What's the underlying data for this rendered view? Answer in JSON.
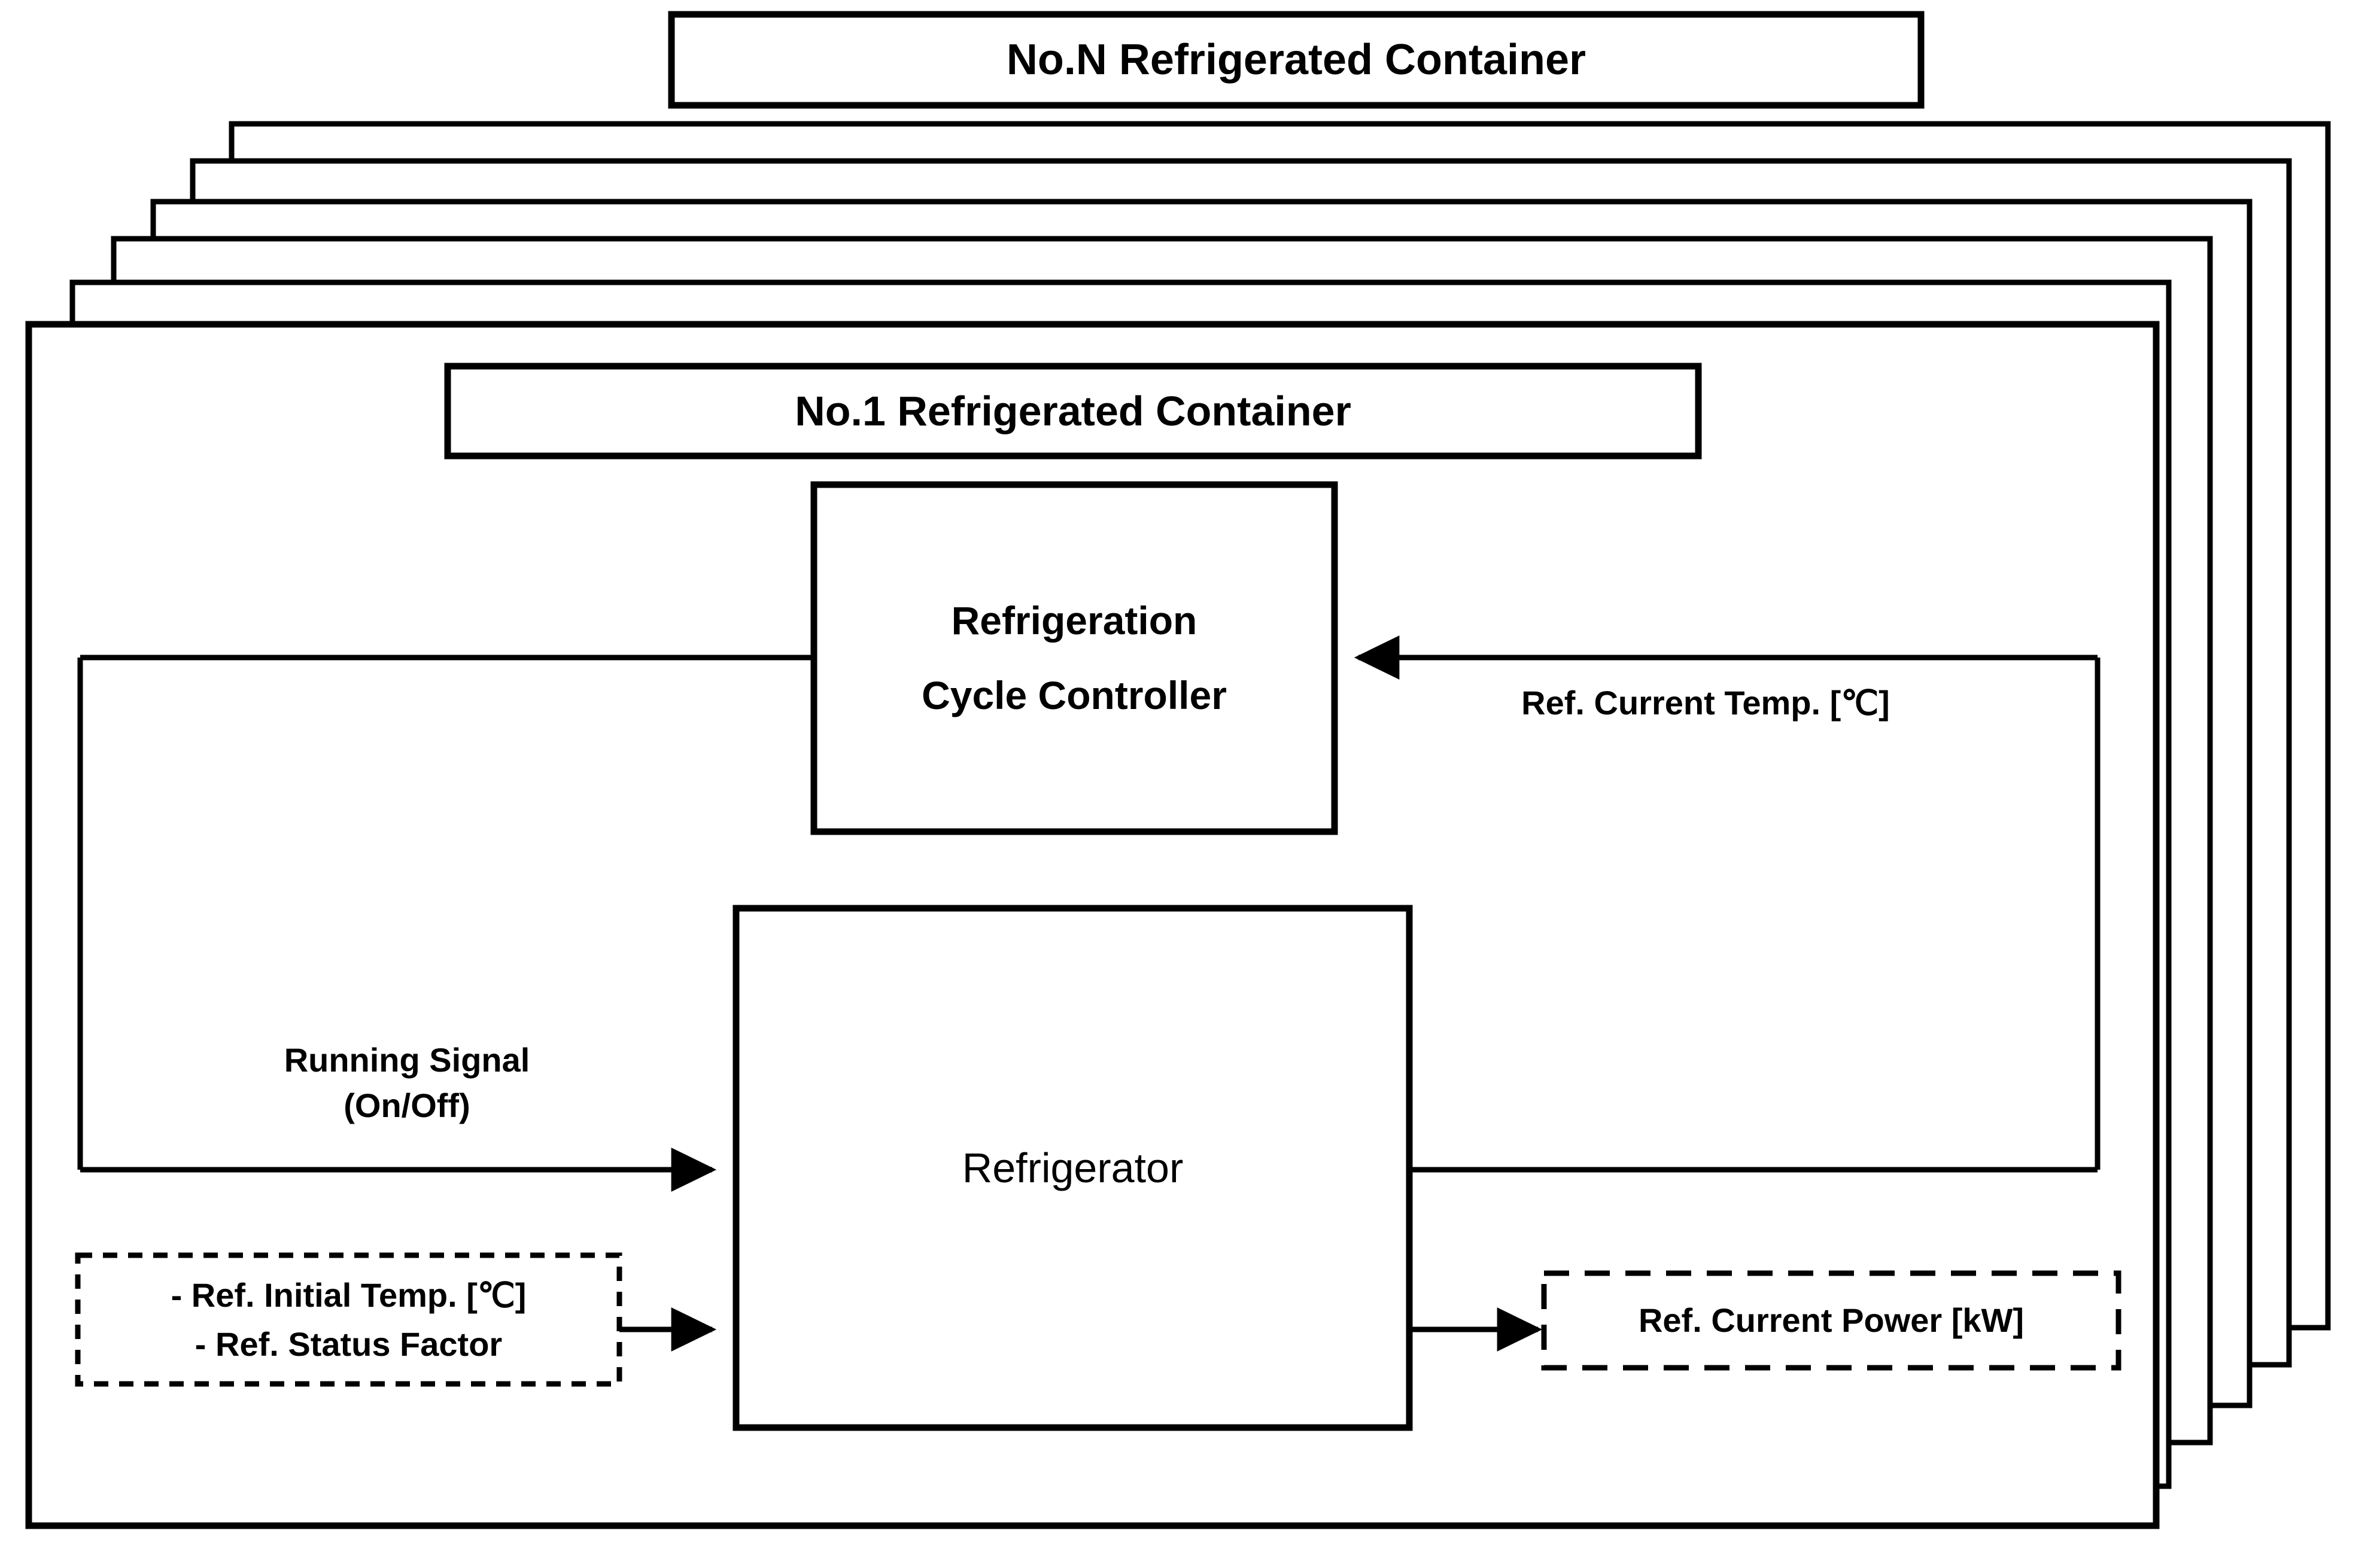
{
  "diagram": {
    "title": "No.N Refrigerated Container",
    "front_container_title": "No.1 Refrigerated Container",
    "stacked_layers_count": 6,
    "blocks": {
      "controller": "Refrigeration\nCycle Controller",
      "refrigerator": "Refrigerator"
    },
    "signals": {
      "feedback_temp": "Ref. Current Temp. [℃]",
      "running_signal": "Running Signal\n(On/Off)"
    },
    "inputs": {
      "line1": "- Ref. Initial Temp. [℃]",
      "line2": "- Ref. Status Factor"
    },
    "outputs": {
      "power": "Ref. Current Power [kW]"
    },
    "colors": {
      "stroke": "#000000",
      "background": "#ffffff"
    }
  }
}
